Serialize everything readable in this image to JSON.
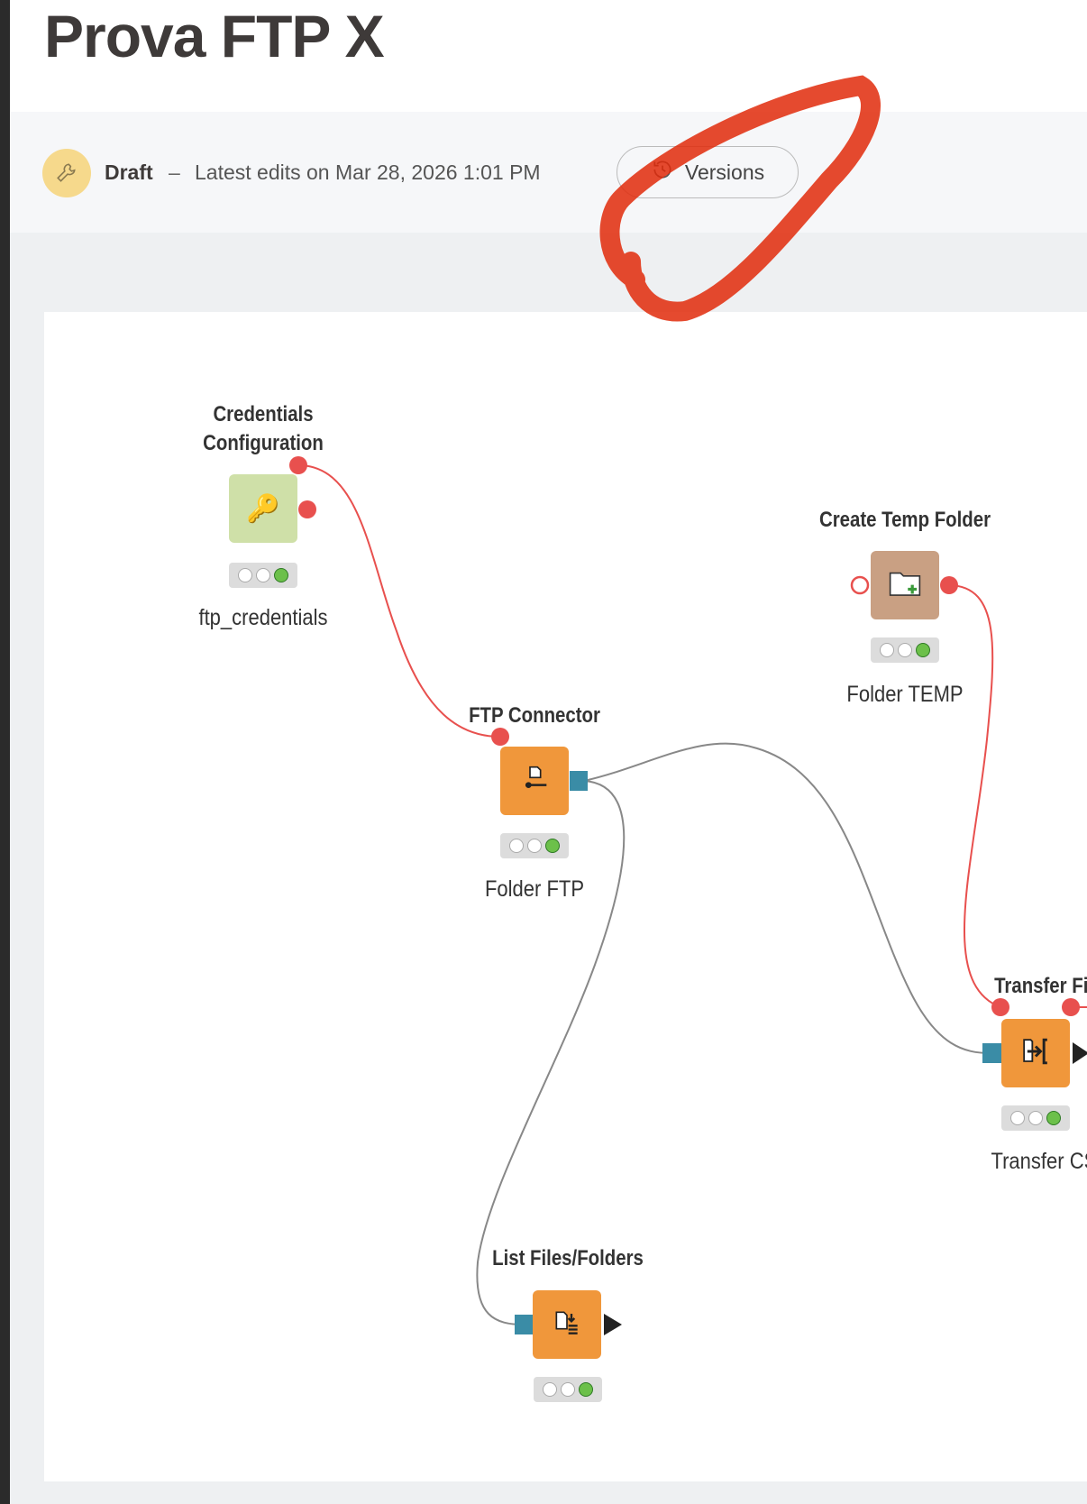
{
  "title": "Prova FTP X",
  "header": {
    "icon": "wrench-icon",
    "status": "Draft",
    "separator": "–",
    "edits": "Latest edits on Mar 28, 2026 1:01 PM",
    "versions_label": "Versions",
    "versions_icon": "history-icon"
  },
  "colors": {
    "accent_orange": "#f0973b",
    "flowvar_red": "#e8504e",
    "port_blue": "#3a8ca6",
    "annotation": "#e02a0a"
  },
  "nodes": [
    {
      "label_line1": "Credentials",
      "label_line2": "Configuration",
      "name": "ftp_credentials",
      "status": "executed"
    },
    {
      "label": "Create Temp Folder",
      "name": "Folder TEMP",
      "status": "executed"
    },
    {
      "label": "FTP Connector",
      "name": "Folder FTP",
      "status": "executed"
    },
    {
      "label": "Transfer Fil",
      "name": "Transfer CS",
      "status": "executed"
    },
    {
      "label": "List Files/Folders",
      "name": "",
      "status": "executed"
    }
  ]
}
